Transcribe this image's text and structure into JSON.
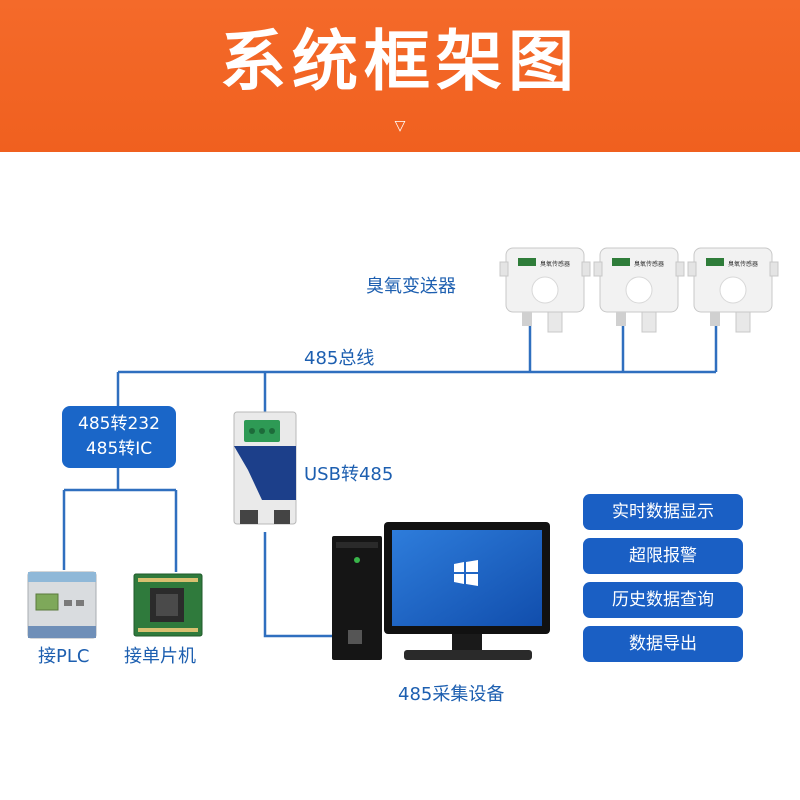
{
  "header": {
    "title": "系统框架图",
    "arrow": "▽"
  },
  "labels": {
    "transmitter": "臭氧变送器",
    "bus": "485总线",
    "usb_converter": "USB转485",
    "plc": "接PLC",
    "mcu": "接单片机",
    "computer": "485采集设备",
    "device_brand": "臭氧传感器"
  },
  "converter_box": {
    "line1": "485转232",
    "line2": "485转IC"
  },
  "features": [
    "实时数据显示",
    "超限报警",
    "历史数据查询",
    "数据导出"
  ],
  "colors": {
    "header": "#f0601f",
    "accent": "#1a5fc4",
    "line": "#2f6fbf"
  }
}
